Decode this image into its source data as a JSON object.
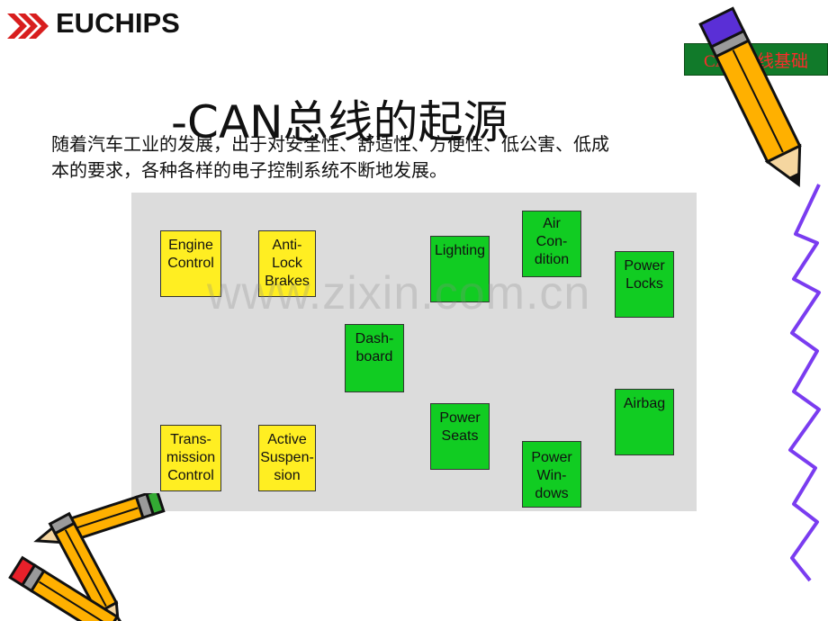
{
  "header": {
    "logo_text": "EUCHIPS",
    "tag": "CAN总线基础"
  },
  "slide": {
    "title": "-CAN总线的起源",
    "body_lines": [
      "随着汽车工业的发展，出于对安全性、舒适性、方便性、低公害、低成",
      "本的要求，各种各样的电子控制系统不断地发展。"
    ]
  },
  "diagram": {
    "yellow_nodes": [
      {
        "label": "Engine\nControl"
      },
      {
        "label": "Anti-\nLock\nBrakes"
      },
      {
        "label": "Trans-\nmission\nControl"
      },
      {
        "label": "Active\nSuspen-\nsion"
      }
    ],
    "green_nodes": [
      {
        "label": "Lighting"
      },
      {
        "label": "Air\nCon-\ndition"
      },
      {
        "label": "Power\nLocks"
      },
      {
        "label": "Dash-\nboard"
      },
      {
        "label": "Airbag"
      },
      {
        "label": "Power\nSeats"
      },
      {
        "label": "Power\nWin-\ndows"
      }
    ],
    "colors": {
      "yellow": "#ffee22",
      "green": "#11cc22",
      "background": "#dcdcdc"
    }
  },
  "watermark": "www.zixin.com.cn",
  "decorations": {
    "top_right": "pencil-icon",
    "bottom_left": "crossed-pencils-icon",
    "right_edge": "zigzag-line"
  }
}
